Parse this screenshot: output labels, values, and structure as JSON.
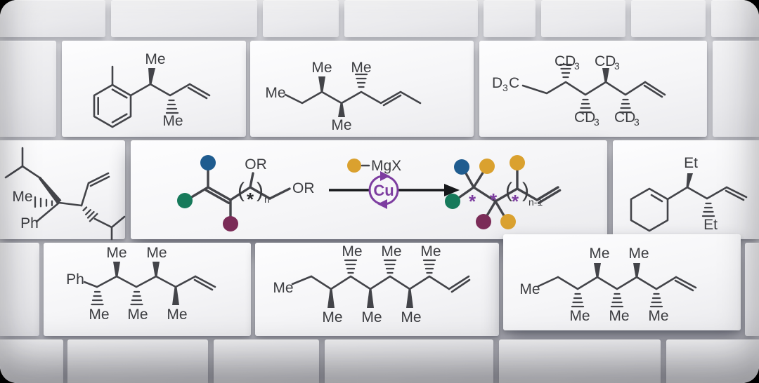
{
  "text": {
    "me": "Me",
    "ph": "Ph",
    "et": "Et",
    "cd": "CD",
    "d": "D",
    "c": "C",
    "sub3": "3",
    "or": "OR",
    "mgx": "MgX",
    "cu": "Cu",
    "n": "n",
    "n1": "n-1",
    "star": "*",
    "lp": "(",
    "rp": ")"
  },
  "colors": {
    "blue": "#1f5c8f",
    "green": "#177a5b",
    "maroon": "#7b2c58",
    "gold": "#daa12f",
    "purple": "#7d3da0"
  }
}
